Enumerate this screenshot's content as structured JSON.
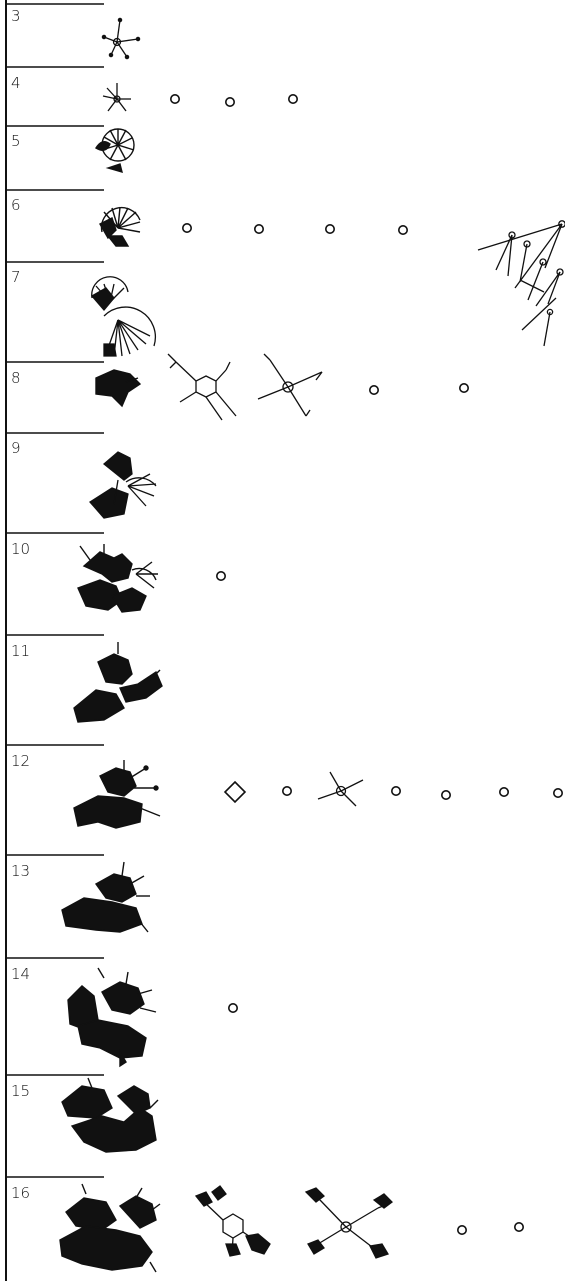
{
  "rows": [
    {
      "number": "3"
    },
    {
      "number": "4"
    },
    {
      "number": "5"
    },
    {
      "number": "6"
    },
    {
      "number": "7"
    },
    {
      "number": "8"
    },
    {
      "number": "9"
    },
    {
      "number": "10"
    },
    {
      "number": "11"
    },
    {
      "number": "12"
    },
    {
      "number": "13"
    },
    {
      "number": "14"
    },
    {
      "number": "15"
    },
    {
      "number": "16"
    }
  ],
  "colors": {
    "ink": "#111111",
    "background": "#ffffff"
  }
}
